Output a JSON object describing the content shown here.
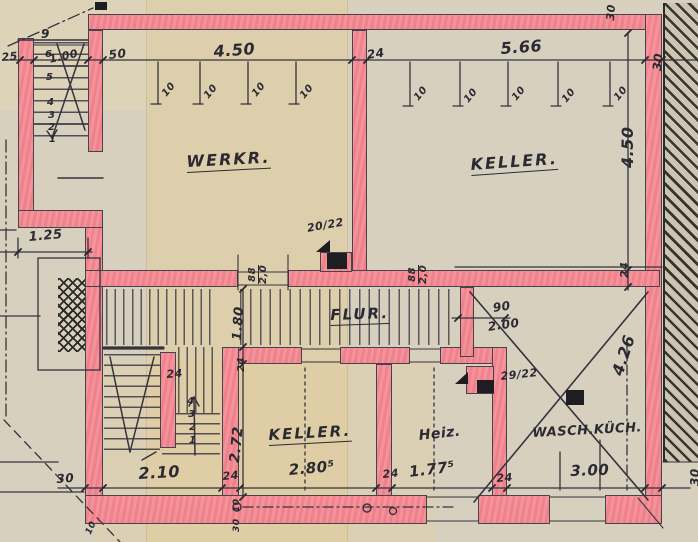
{
  "plan": {
    "rooms": {
      "werkr": "WERKR.",
      "keller_top": "KELLER.",
      "flur": "FLUR.",
      "keller_bottom": "KELLER.",
      "heiz": "Heiz.",
      "wasch": "WASCH.KÜCH."
    },
    "dims": {
      "d10": "10",
      "d24": "24",
      "d25": "25",
      "d30": "30",
      "d50": "50",
      "d88": "88",
      "d88h": "2,0",
      "d90": "90",
      "d100": "1.00",
      "d125": "1.25",
      "d177": "1.77⁵",
      "d180": "1.80",
      "d200": "2.00",
      "d210": "2.10",
      "d272": "2.72",
      "d280": "2.80⁵",
      "d300": "3.00",
      "d426": "4.26",
      "d450": "4.50",
      "d566": "5.66"
    },
    "chimneys": {
      "small": "20/22",
      "large": "29/22"
    },
    "stairs": {
      "entrance_steps": [
        "9",
        "6",
        "5",
        "4",
        "3",
        "2",
        "1"
      ],
      "main_steps": [
        "4",
        "3",
        "2",
        "1"
      ]
    },
    "colors": {
      "wall_pink": "#f2838d",
      "paper": "#d8d0bf",
      "pencil": "#35333c",
      "hatch_dark": "#38332b"
    }
  }
}
